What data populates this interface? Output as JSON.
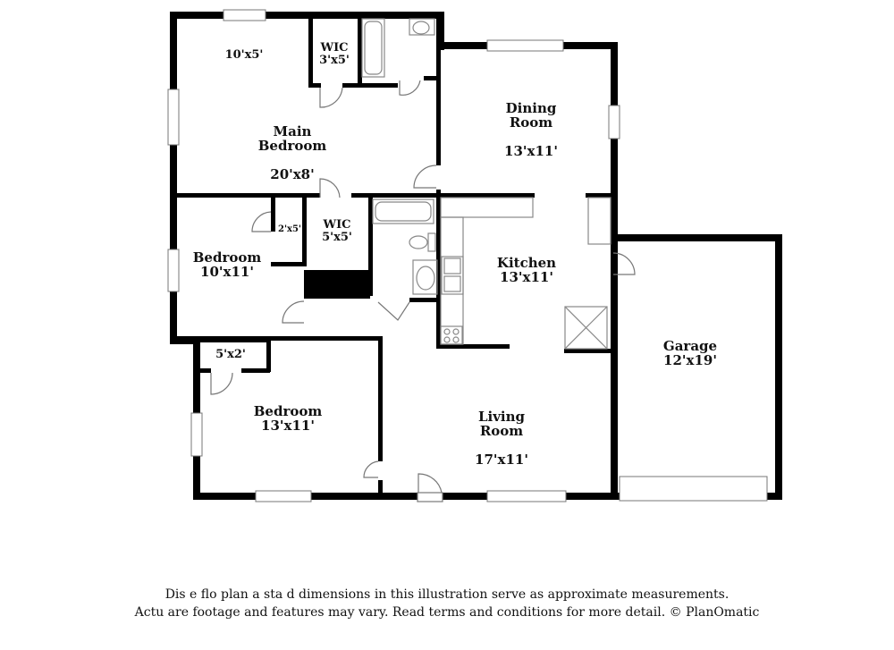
{
  "rooms": {
    "closet_top": {
      "dims": "10'x5'"
    },
    "wic_main": {
      "name": "WIC",
      "dims": "3'x5'"
    },
    "main_bedroom": {
      "name": "Main\nBedroom",
      "dims": "20'x8'"
    },
    "dining": {
      "name": "Dining\nRoom",
      "dims": "13'x11'"
    },
    "wic_mid": {
      "name": "WIC",
      "dims": "5'x5'"
    },
    "closet_small": {
      "dims": "2'x5'"
    },
    "bedroom1": {
      "name": "Bedroom",
      "dims": "10'x11'"
    },
    "kitchen": {
      "name": "Kitchen",
      "dims": "13'x11'"
    },
    "garage": {
      "name": "Garage",
      "dims": "12'x19'"
    },
    "closet_52": {
      "dims": "5'x2'"
    },
    "bedroom2": {
      "name": "Bedroom",
      "dims": "13'x11'"
    },
    "living": {
      "name": "Living\nRoom",
      "dims": "17'x11'"
    }
  },
  "disclaimer": {
    "line1": "Dis      e flo  plan a   sta  d dimensions in this illustration serve as approximate measurements.",
    "line2": "Actu   are footage and features may vary. Read terms and conditions for more detail. © PlanOmatic"
  },
  "colors": {
    "wall": "#000000",
    "fixture": "#777777",
    "background": "#ffffff"
  }
}
